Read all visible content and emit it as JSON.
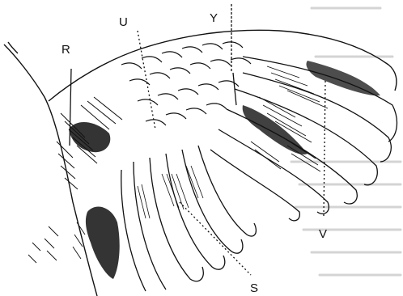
{
  "figure": {
    "labels": {
      "R": "R",
      "U": "U",
      "Y": "Y",
      "S": "S",
      "V": "V"
    }
  }
}
